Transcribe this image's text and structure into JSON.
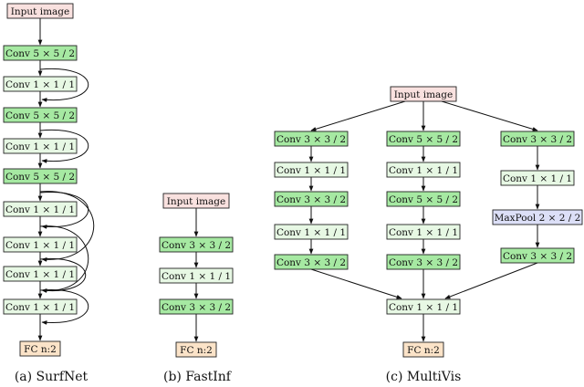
{
  "colors": {
    "input": "#f9e1df",
    "conv_strided": "#a6e9a2",
    "conv_1x1": "#e7f8e4",
    "fc": "#fbe3c8",
    "maxpool": "#dcdff7"
  },
  "labels": {
    "input_image": "Input image",
    "conv5": "Conv 5 × 5 / 2",
    "conv3": "Conv 3 × 3 / 2",
    "conv1": "Conv 1 × 1 / 1",
    "maxpool": "MaxPool 2 × 2 / 2",
    "fc": "FC n:2"
  },
  "captions": {
    "a": "(a) SurfNet",
    "b": "(b) FastInf",
    "c": "(c) MultiVis"
  },
  "surfnet": [
    "input_image",
    "conv5",
    "conv1",
    "conv5",
    "conv1",
    "conv5",
    "conv1",
    "conv1",
    "conv1",
    "conv1",
    "fc"
  ],
  "fastinf": [
    "input_image",
    "conv3",
    "conv1",
    "conv3",
    "fc"
  ],
  "multivis": {
    "input": "input_image",
    "branch_1": [
      "conv3",
      "conv1",
      "conv3",
      "conv1",
      "conv3"
    ],
    "branch_2": [
      "conv5",
      "conv1",
      "conv5",
      "conv1",
      "conv3"
    ],
    "branch_3": [
      "conv3",
      "conv1",
      "maxpool",
      "conv3"
    ],
    "merge": "conv1",
    "output": "fc"
  }
}
